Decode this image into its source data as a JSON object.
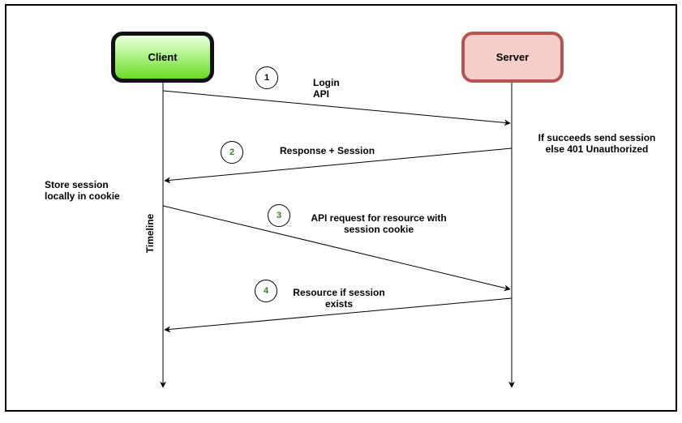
{
  "actors": {
    "client": "Client",
    "server": "Server"
  },
  "timeline_label": "Timeline",
  "steps": [
    {
      "number": "1",
      "label": "Login\nAPI"
    },
    {
      "number": "2",
      "label": "Response + Session"
    },
    {
      "number": "3",
      "label": "API request for resource with\nsession cookie"
    },
    {
      "number": "4",
      "label": "Resource if session\nexists"
    }
  ],
  "notes": {
    "server": "If succeeds send session\nelse 401 Unauthorized",
    "client": "Store session\nlocally in cookie"
  },
  "colors": {
    "client_border": "#111111",
    "client_fill": "#68db20",
    "server_border": "#b85450",
    "server_fill": "#f8cecc",
    "green_step_number": "#3b7d1e"
  }
}
